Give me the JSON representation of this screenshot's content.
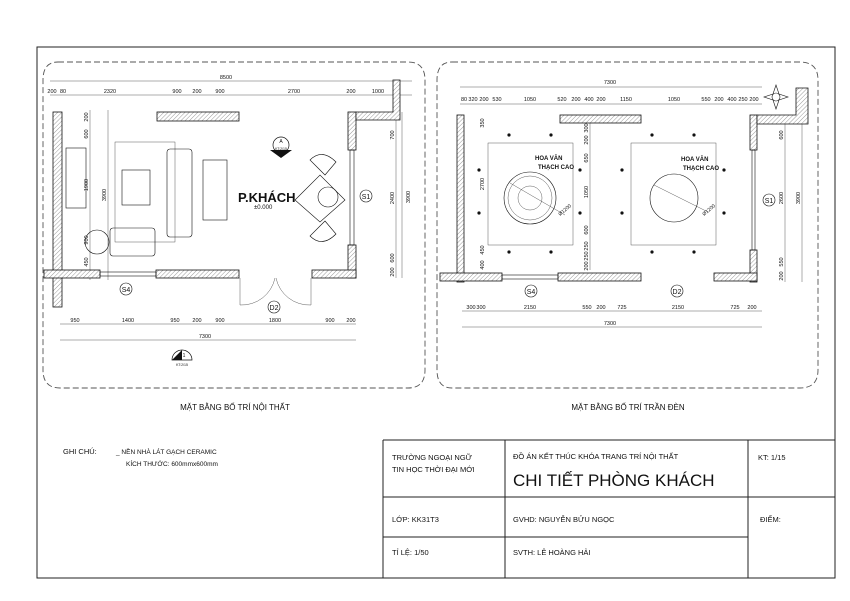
{
  "plan_left": {
    "caption": "MẶT BẰNG BỐ TRÍ NỘI THẤT",
    "room_label": "P.KHÁCH",
    "level": "±0.000",
    "section_marker": {
      "letter": "A",
      "ref": "KT:2/15"
    },
    "elevation_marker": {
      "number": "1",
      "ref": "KT:2/15"
    },
    "tags": {
      "window_s1": "S1",
      "window_s4": "S4",
      "door_d2": "D2"
    },
    "dims_top_total": "8500",
    "dims_top": [
      "200",
      "80",
      "2320",
      "900",
      "200",
      "900",
      "2700",
      "200",
      "1000"
    ],
    "dims_left": [
      "200",
      "600",
      "1900",
      "900",
      "450"
    ],
    "dims_left_total": "3900",
    "dims_right": [
      "700",
      "2400",
      "600",
      "200"
    ],
    "dims_right_total": "3900",
    "dims_bottom": [
      "950",
      "1400",
      "950",
      "200",
      "900",
      "1800",
      "900",
      "200"
    ],
    "dims_bottom_total": "7300"
  },
  "plan_right": {
    "caption": "MẶT BẰNG BỐ TRÍ TRẦN ĐÈN",
    "annotation_1": [
      "HOA VĂN",
      "THẠCH CAO"
    ],
    "annotation_2": [
      "HOA VĂN",
      "THẠCH CAO"
    ],
    "diameter_1": "Ø1200",
    "diameter_2": "Ø1200",
    "tags": {
      "window_s1": "S1",
      "window_s4": "S4",
      "door_d2": "D2"
    },
    "dims_top_total": "7300",
    "dims_top": [
      "80",
      "320",
      "200",
      "530",
      "1050",
      "520",
      "200",
      "400",
      "200",
      "1150",
      "1050",
      "550",
      "200",
      "400",
      "250",
      "200"
    ],
    "dims_left": [
      "350",
      "2700",
      "450",
      "400"
    ],
    "dims_mid": [
      "300",
      "200",
      "650",
      "1050",
      "600",
      "250",
      "250",
      "200"
    ],
    "dims_right": [
      "600",
      "2600",
      "550",
      "200"
    ],
    "dims_right_total": "3900",
    "dims_bottom": [
      "300",
      "300",
      "2150",
      "550",
      "200",
      "725",
      "2150",
      "725",
      "200"
    ],
    "dims_bottom_total": "7300"
  },
  "notes": {
    "label": "GHI CHÚ:",
    "line1": "_ NỀN NHÀ LÁT GẠCH CERAMIC",
    "line2": "KÍCH THƯỚC: 600mmx600mm"
  },
  "title_block": {
    "school_line1": "TRƯỜNG NGOẠI NGỮ",
    "school_line2": "TIN HỌC THỜI ĐẠI MỚI",
    "project": "ĐỒ ÁN KẾT THÚC KHÓA TRANG TRÍ NỘI THẤT",
    "title": "CHI TIẾT PHÒNG KHÁCH",
    "sheet": "KT: 1/15",
    "class": "LỚP: KK31T3",
    "instructor": "GVHD: NGUYỄN BỬU NGỌC",
    "score": "ĐIỂM:",
    "scale": "TỈ LỆ: 1/50",
    "student": "SVTH: LÊ HOÀNG HẢI"
  }
}
